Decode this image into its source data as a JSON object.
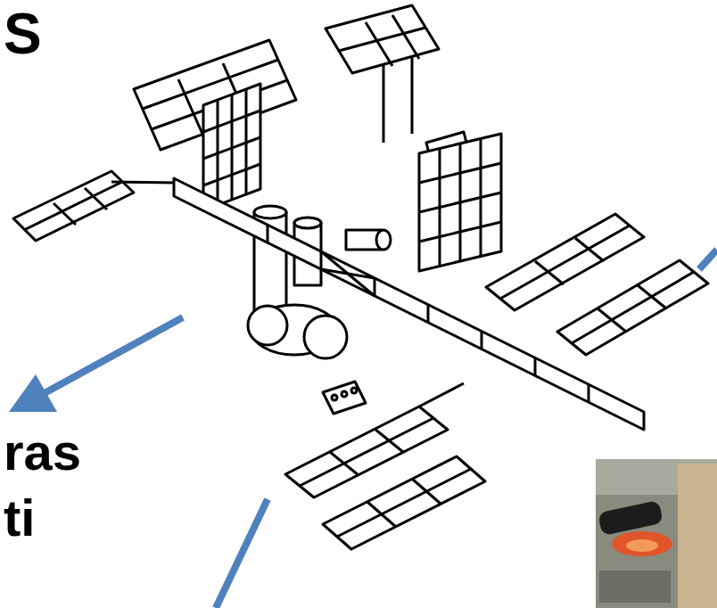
{
  "diagram": {
    "labels": [
      "S",
      "ras",
      "ti"
    ]
  }
}
